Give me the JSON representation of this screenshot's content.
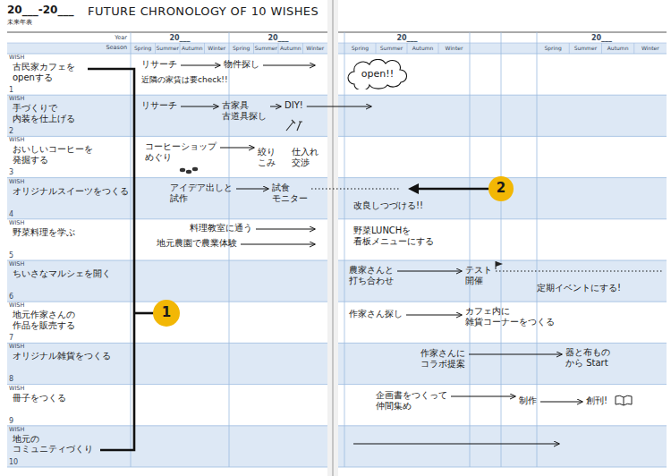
{
  "diagram": {
    "title": "FUTURE CHRONOLOGY OF 10 WISHES",
    "nodes": [
      {
        "text": [
          "WISH",
          "1",
          "古民家カフェを openする"
        ]
      },
      {
        "text": [
          "WISH",
          "2",
          "手づくりで 内装を仕上げる"
        ]
      },
      {
        "text": [
          "WISH",
          "3",
          "おいしいコーヒーを 発掘する"
        ]
      },
      {
        "text": [
          "WISH",
          "4",
          "オリジナルスイーツをつくる"
        ]
      },
      {
        "text": [
          "WISH",
          "5",
          "野菜料理を学ぶ"
        ]
      },
      {
        "text": [
          "WISH",
          "6",
          "ちいさなマルシェを開く"
        ]
      },
      {
        "text": [
          "WISH",
          "7",
          "地元作家さんの 作品を販売する"
        ]
      },
      {
        "text": [
          "WISH",
          "8",
          "オリジナル雑貨をつくる"
        ]
      },
      {
        "text": [
          "WISH",
          "9",
          "冊子をつくる"
        ]
      },
      {
        "text": [
          "WISH",
          "10",
          "地元の コミュニティづくり"
        ]
      },
      {
        "text": [
          "open!!"
        ]
      },
      {
        "text": [
          "1"
        ]
      },
      {
        "text": [
          "2"
        ]
      }
    ],
    "labels": [
      "20___-20___",
      "未来年表",
      "Year",
      "Season",
      "20___",
      "20___",
      "20___",
      "20___",
      "Spring",
      "Summer",
      "Autumn",
      "Winter",
      "Spring",
      "Summer",
      "Autumn",
      "Winter",
      "Spring",
      "Summer",
      "Autumn",
      "Winter",
      "Spring",
      "Summer",
      "Autumn",
      "Winter",
      "リサーチ",
      "物件探し",
      "近隣の家賃は要check!!",
      "リサーチ",
      "古家具 古道具探し",
      "DIY!",
      "コーヒーショップ めぐり",
      "絞り こみ",
      "仕入れ 交渉",
      "アイデア出しと 試作",
      "試食 モニター",
      "改良しつづける!!",
      "料理教室に通う",
      "地元農園で農業体験",
      "野菜LUNCHを 看板メニューにする",
      "農家さんと 打ち合わせ",
      "テスト 開催",
      "定期イベントにする!",
      "作家さん探し",
      "カフェ内に 雑貨コーナーをつくる",
      "作家さんに コラボ提案",
      "器と布もの から Start",
      "企画書をつくって 仲間集め",
      "制作",
      "創刊!"
    ]
  }
}
